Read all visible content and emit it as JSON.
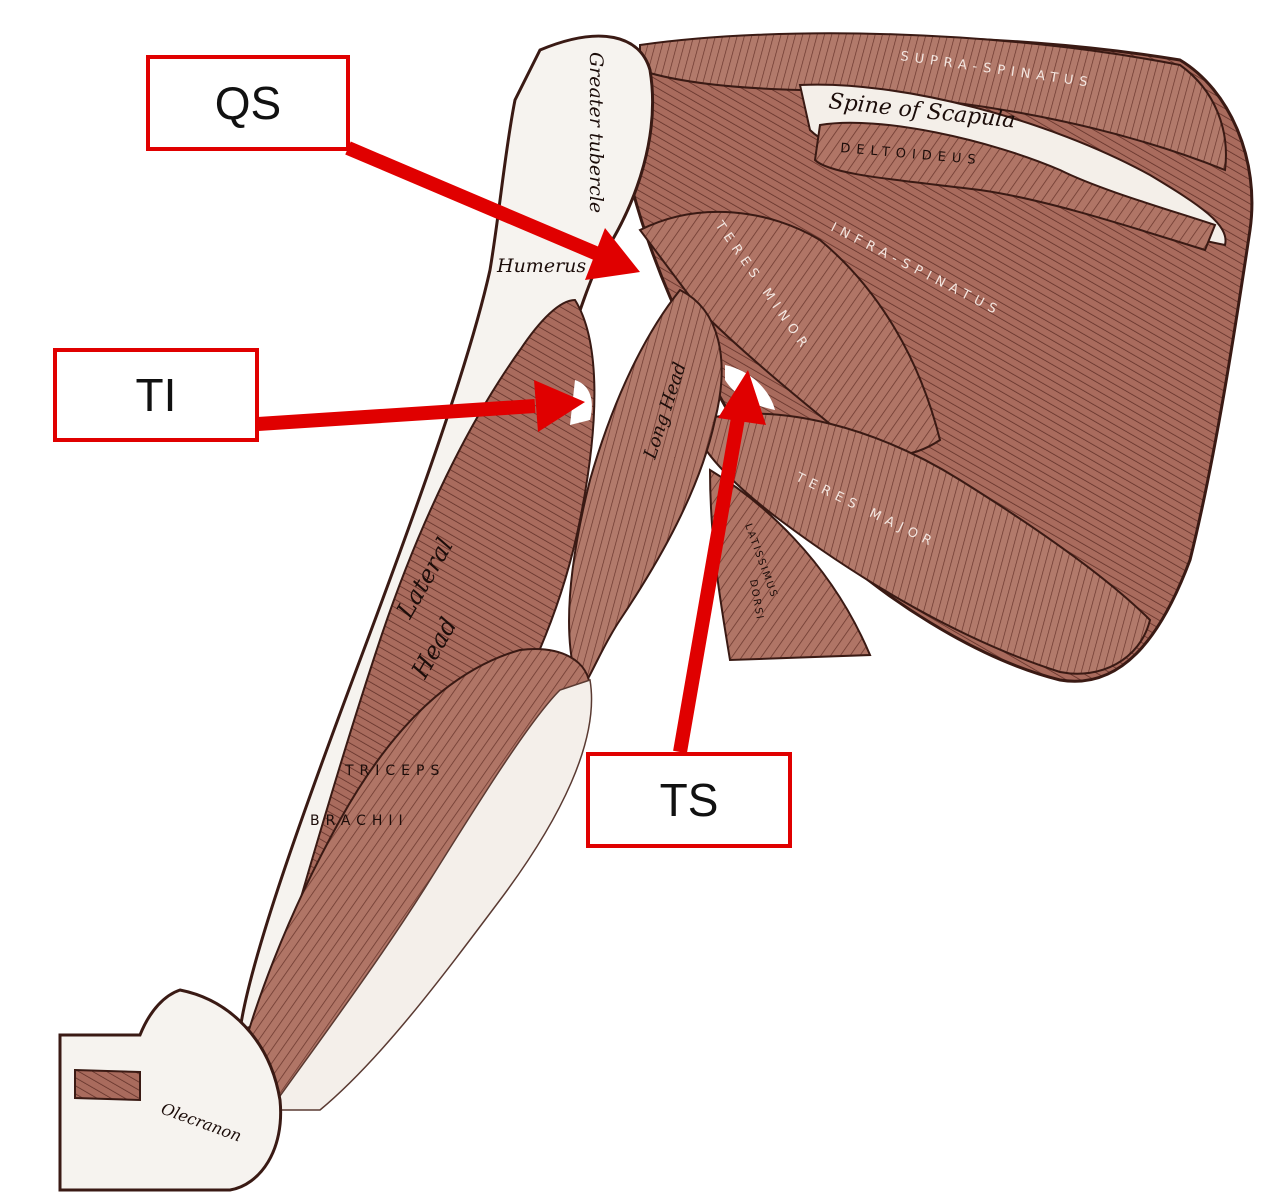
{
  "callouts": {
    "qs": "QS",
    "ti": "TI",
    "ts": "TS"
  },
  "anatomy_labels": {
    "supraspinatus": "SUPRA-SPINATUS",
    "spine_of_scapula": "Spine of Scapula",
    "deltoideus": "DELTOIDEUS",
    "greater_tubercle": "Greater tubercle",
    "humerus": "Humerus",
    "teres_minor": "TERES MINOR",
    "infraspinatus": "INFRA-SPINATUS",
    "long_head": "Long Head",
    "teres_major": "TERES MAJOR",
    "latissimus": "LATISSIMUS",
    "dorsi": "DORSI",
    "lateral": "Lateral",
    "head": "Head",
    "triceps": "TRICEPS",
    "brachii": "BRACHII",
    "olecranon": "Olecranon"
  },
  "colors": {
    "muscle": "#a86a5c",
    "muscle_dark": "#5a2a22",
    "bone": "#f4f0ec",
    "arrow": "#e00000"
  }
}
